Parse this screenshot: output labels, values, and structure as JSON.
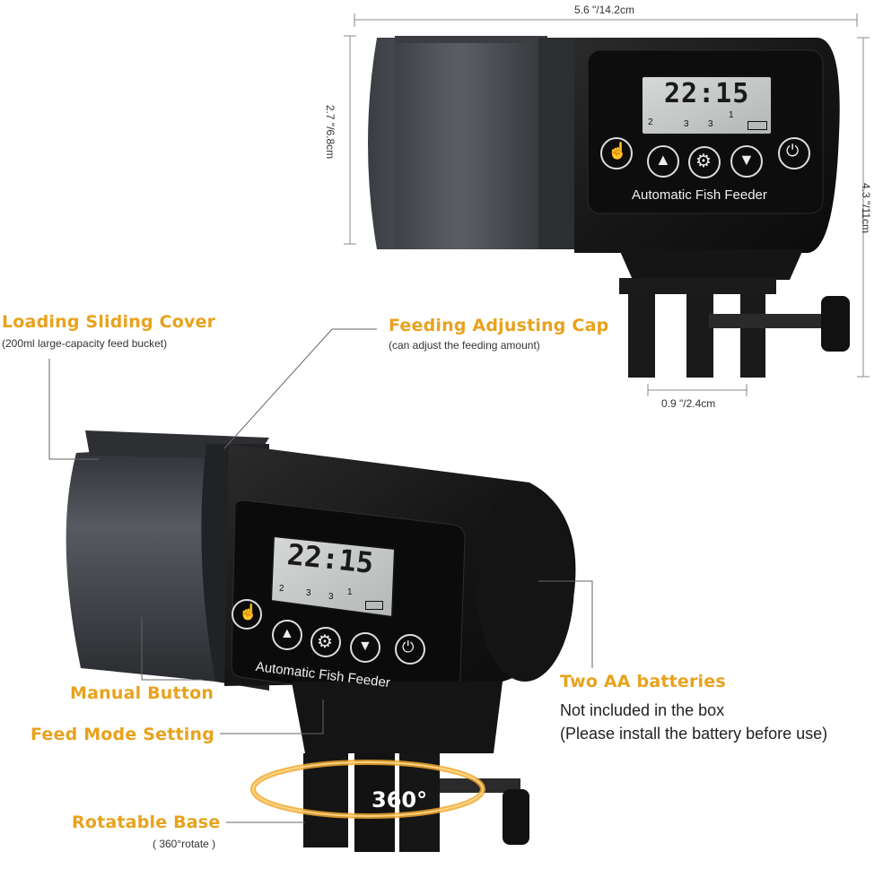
{
  "dimensions": {
    "width": "5.6 \"/14.2cm",
    "height_left": "2.7 \"/6.8cm",
    "height_right": "4.3 \"/11cm",
    "base_width": "0.9 \"/2.4cm"
  },
  "device": {
    "lcd_time": "22:15",
    "slot_numbers": [
      "2",
      "3",
      "3",
      "1"
    ],
    "panel_label": "Automatic Fish Feeder"
  },
  "callouts": {
    "loading_cover": {
      "title": "Loading Sliding Cover",
      "sub": "(200ml large-capacity feed bucket)"
    },
    "adjust_cap": {
      "title": "Feeding Adjusting Cap",
      "sub": "(can adjust the feeding amount)"
    },
    "manual_button": {
      "title": "Manual Button"
    },
    "feed_mode": {
      "title": "Feed Mode Setting"
    },
    "rotatable_base": {
      "title": "Rotatable Base",
      "sub": "( 360°rotate )"
    },
    "batteries": {
      "title": "Two AA batteries",
      "line1": "Not included in the box",
      "line2": "(Please install the battery before use)"
    },
    "rotation": "360°"
  },
  "colors": {
    "accent": "#e8a21c",
    "body": "#151515",
    "hopper": "#4a4d52",
    "lcd": "#c8ccc9"
  },
  "icons": [
    "hand-icon",
    "up-arrow-icon",
    "gear-icon",
    "down-arrow-icon",
    "power-icon"
  ]
}
